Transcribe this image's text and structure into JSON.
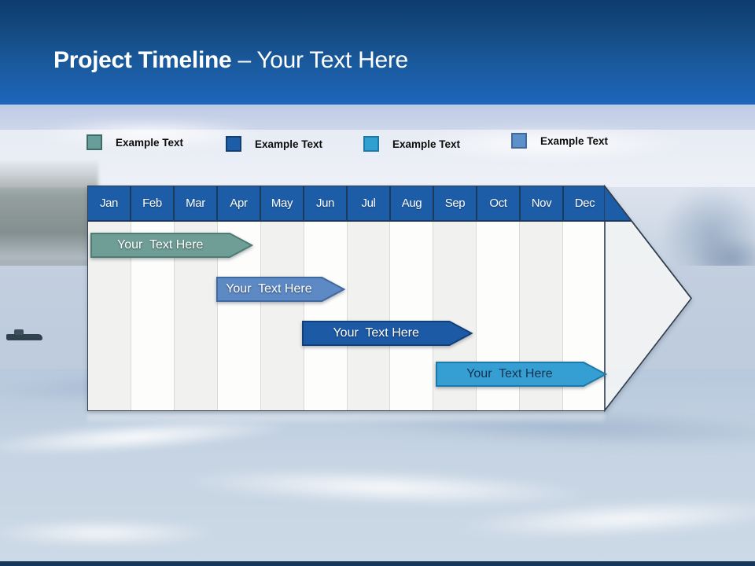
{
  "slide": {
    "title_bold": "Project Timeline ",
    "title_regular": "– Your Text Here"
  },
  "legend": {
    "items": [
      {
        "label": "Example Text",
        "color": "#689e99",
        "border": "#3f6b66"
      },
      {
        "label": "Example Text",
        "color": "#1d5ca6",
        "border": "#133e75"
      },
      {
        "label": "Example Text",
        "color": "#319fd0",
        "border": "#1d7aa8"
      },
      {
        "label": "Example Text",
        "color": "#5d8fc9",
        "border": "#3f699f"
      }
    ]
  },
  "timeline": {
    "header_color": "#1d5ca6",
    "months": [
      "Jan",
      "Feb",
      "Mar",
      "Apr",
      "May",
      "Jun",
      "Jul",
      "Aug",
      "Sep",
      "Oct",
      "Nov",
      "Dec"
    ],
    "bars": [
      {
        "label": "Your  Text Here",
        "row": 0,
        "start_month": 0.04,
        "end_month": 3.27,
        "fill": "#6f9e96",
        "border": "#4e7c72",
        "text_color": "#ffffff"
      },
      {
        "label": "Your  Text Here",
        "row": 1,
        "start_month": 2.95,
        "end_month": 5.4,
        "fill": "#5d89c4",
        "border": "#3f699f",
        "text_color": "#ffffff"
      },
      {
        "label": "Your  Text Here",
        "row": 2,
        "start_month": 4.95,
        "end_month": 8.37,
        "fill": "#1c5aa6",
        "border": "#123f7a",
        "text_color": "#ffffff"
      },
      {
        "label": "Your  Text Here",
        "row": 3,
        "start_month": 8.04,
        "end_month": 11.47,
        "fill": "#359fd3",
        "border": "#1d7aa8",
        "text_color": "#15334f"
      }
    ]
  }
}
